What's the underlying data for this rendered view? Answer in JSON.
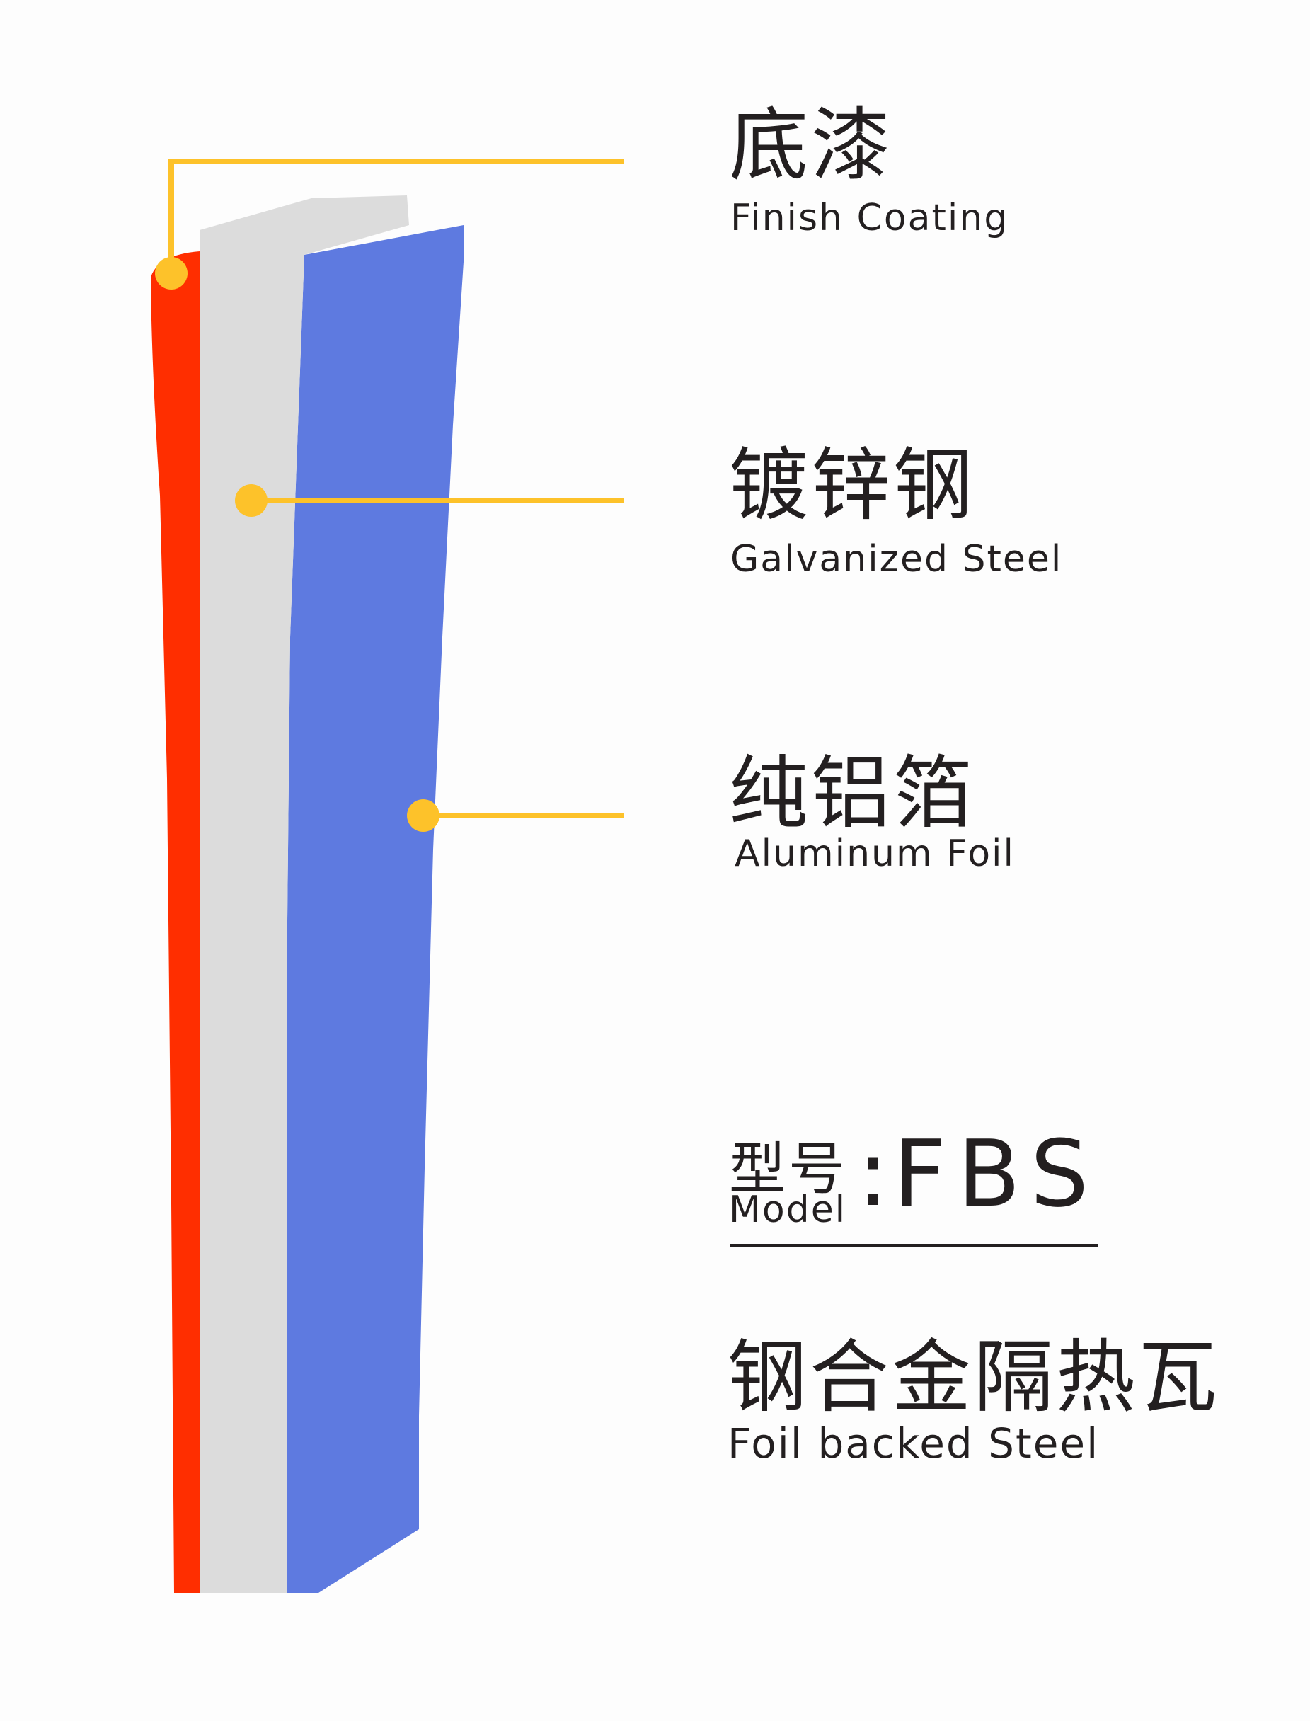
{
  "layers": [
    {
      "cn": "底漆",
      "en": "Finish Coating",
      "color": "#ff2e00"
    },
    {
      "cn": "镀锌钢",
      "en": "Galvanized Steel",
      "color": "#dcdcdc"
    },
    {
      "cn": "纯铝箔",
      "en": "Aluminum Foil",
      "color": "#5e7ae0"
    }
  ],
  "leader_color": "#fdc22a",
  "model": {
    "label_cn": "型号",
    "label_en": "Model",
    "colon": ":",
    "value": "FBS"
  },
  "product": {
    "cn": "钢合金隔热瓦",
    "en": "Foil backed Steel"
  }
}
